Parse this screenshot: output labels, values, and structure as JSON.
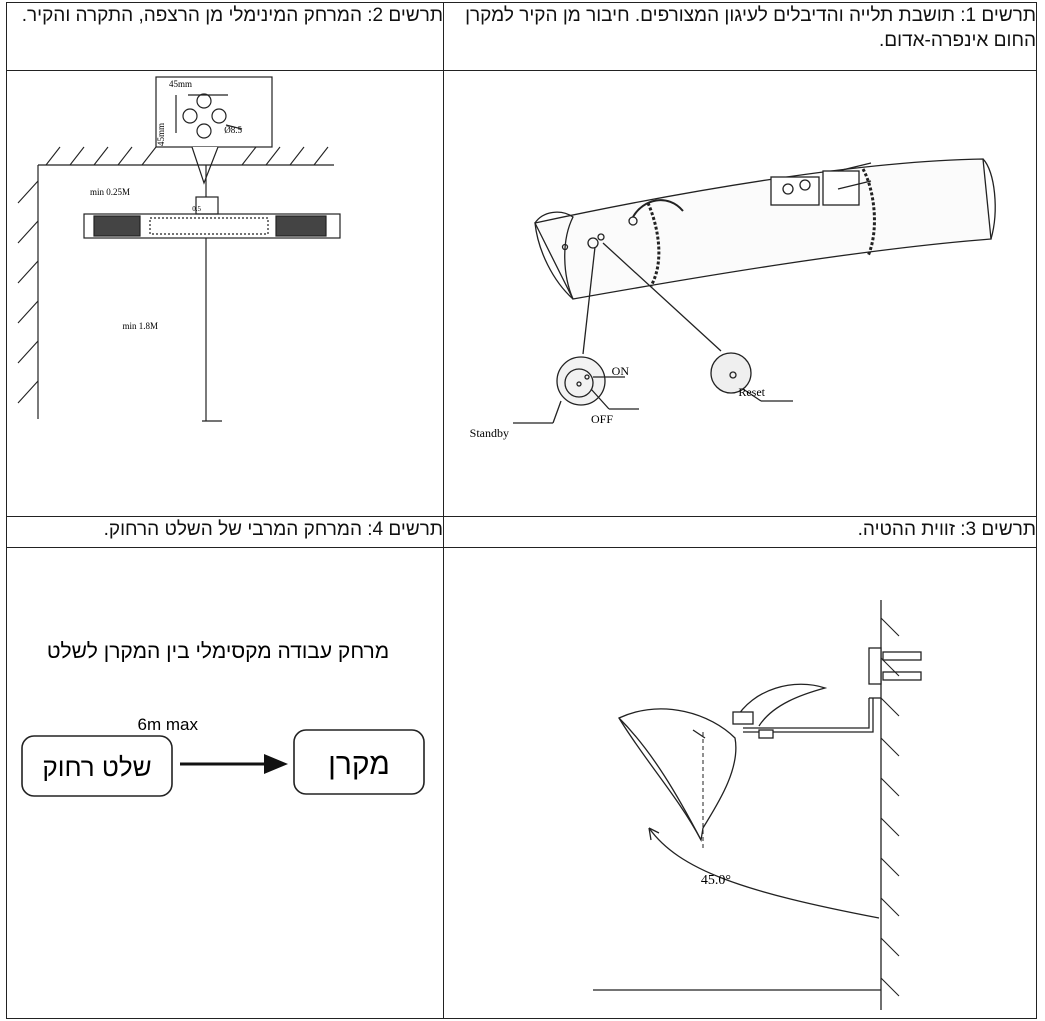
{
  "captions": {
    "fig1": "תרשים 1: תושבת תלייה והדיבלים לעיגון המצורפים. חיבור מן הקיר למקרן החום אינפרה-אדום.",
    "fig2": "תרשים 2: המרחק המינימלי מן הרצפה, התקרה והקיר.",
    "fig3": "תרשים 3: זווית ההטיה.",
    "fig4": "תרשים 4: המרחק המרבי של השלט הרחוק."
  },
  "fig1": {
    "on_label": "ON",
    "off_label": "OFF",
    "standby_label": "Standby",
    "reset_label": "Reset"
  },
  "fig2": {
    "hole_spacing_top": "45mm",
    "hole_spacing_side": "45mm",
    "hole_diameter": "Ø8.5",
    "ceiling_clearance": "min 0.25M",
    "floor_clearance": "min 1.8M",
    "bracket_mark": "0.5"
  },
  "fig3": {
    "tilt_angle": "45.0°"
  },
  "fig4": {
    "heading": "מרחק עבודה מקסימלי בין המקרן לשלט",
    "remote_label": "שלט רחוק",
    "heater_label": "מקרן",
    "distance_label": "6m max"
  }
}
